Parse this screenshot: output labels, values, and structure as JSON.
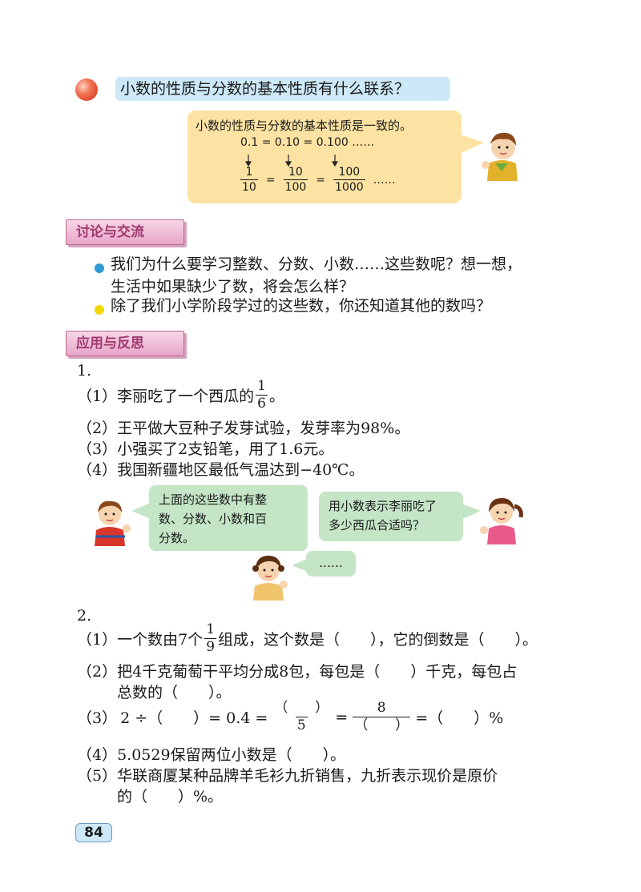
{
  "question": "小数的性质与分数的基本性质有什么联系？",
  "explanation": {
    "statement": "小数的性质与分数的基本性质是一致的。",
    "decimal_chain": "0.1 = 0.10 = 0.100 ……",
    "fractions": [
      {
        "num": "1",
        "den": "10"
      },
      {
        "num": "10",
        "den": "100"
      },
      {
        "num": "100",
        "den": "1000"
      }
    ],
    "eq": "=",
    "ellipsis": "……"
  },
  "discuss": {
    "title": "讨论与交流",
    "bullet1_line1": "我们为什么要学习整数、分数、小数……这些数呢？想一想，",
    "bullet1_line2": "生活中如果缺少了数，将会怎么样？",
    "bullet2": "除了我们小学阶段学过的这些数，你还知道其他的数吗？",
    "bullet1_color": "#2c9ad6",
    "bullet2_color": "#f2d800"
  },
  "apply": {
    "title": "应用与反思",
    "q1": {
      "number": "1.",
      "item1_label": "（1）",
      "item1_text": "李丽吃了一个西瓜的",
      "item1_frac_num": "1",
      "item1_frac_den": "6",
      "item1_end": "。",
      "item2": "（2）王平做大豆种子发芽试验，发芽率为98%。",
      "item3": "（3）小强买了2支铅笔，用了1.6元。",
      "item4": "（4）我国新疆地区最低气温达到−40℃。"
    },
    "bubbles": {
      "left": [
        "上面的这些数中有整",
        "数、分数、小数和百",
        "分数。"
      ],
      "right": [
        "用小数表示李丽吃了",
        "多少西瓜合适吗？"
      ],
      "dots": "……"
    },
    "q2": {
      "number": "2.",
      "item1_label": "（1）",
      "item1_a": "一个数由7个",
      "item1_frac_num": "1",
      "item1_frac_den": "9",
      "item1_b": "组成，这个数是（　　），它的倒数是（　　）。",
      "item2_line1": "（2）把4千克葡萄干平均分成8包，每包是（　　）千克，每包占",
      "item2_line2": "总数的（　　）。",
      "item3_label": "（3）",
      "item3_a": "2 ÷（　　）= 0.4 =",
      "item3_f1_num": "（　　）",
      "item3_f1_den": "5",
      "item3_eq": "=",
      "item3_f2_num": "8",
      "item3_f2_den": "（　　）",
      "item3_b": "=（　　）%",
      "item4": "（4）5.0529保留两位小数是（　　）。",
      "item5_line1": "（5）华联商厦某种品牌羊毛衫九折销售，九折表示现价是原价",
      "item5_line2": "的（　　）%。"
    }
  },
  "page_number": "84"
}
